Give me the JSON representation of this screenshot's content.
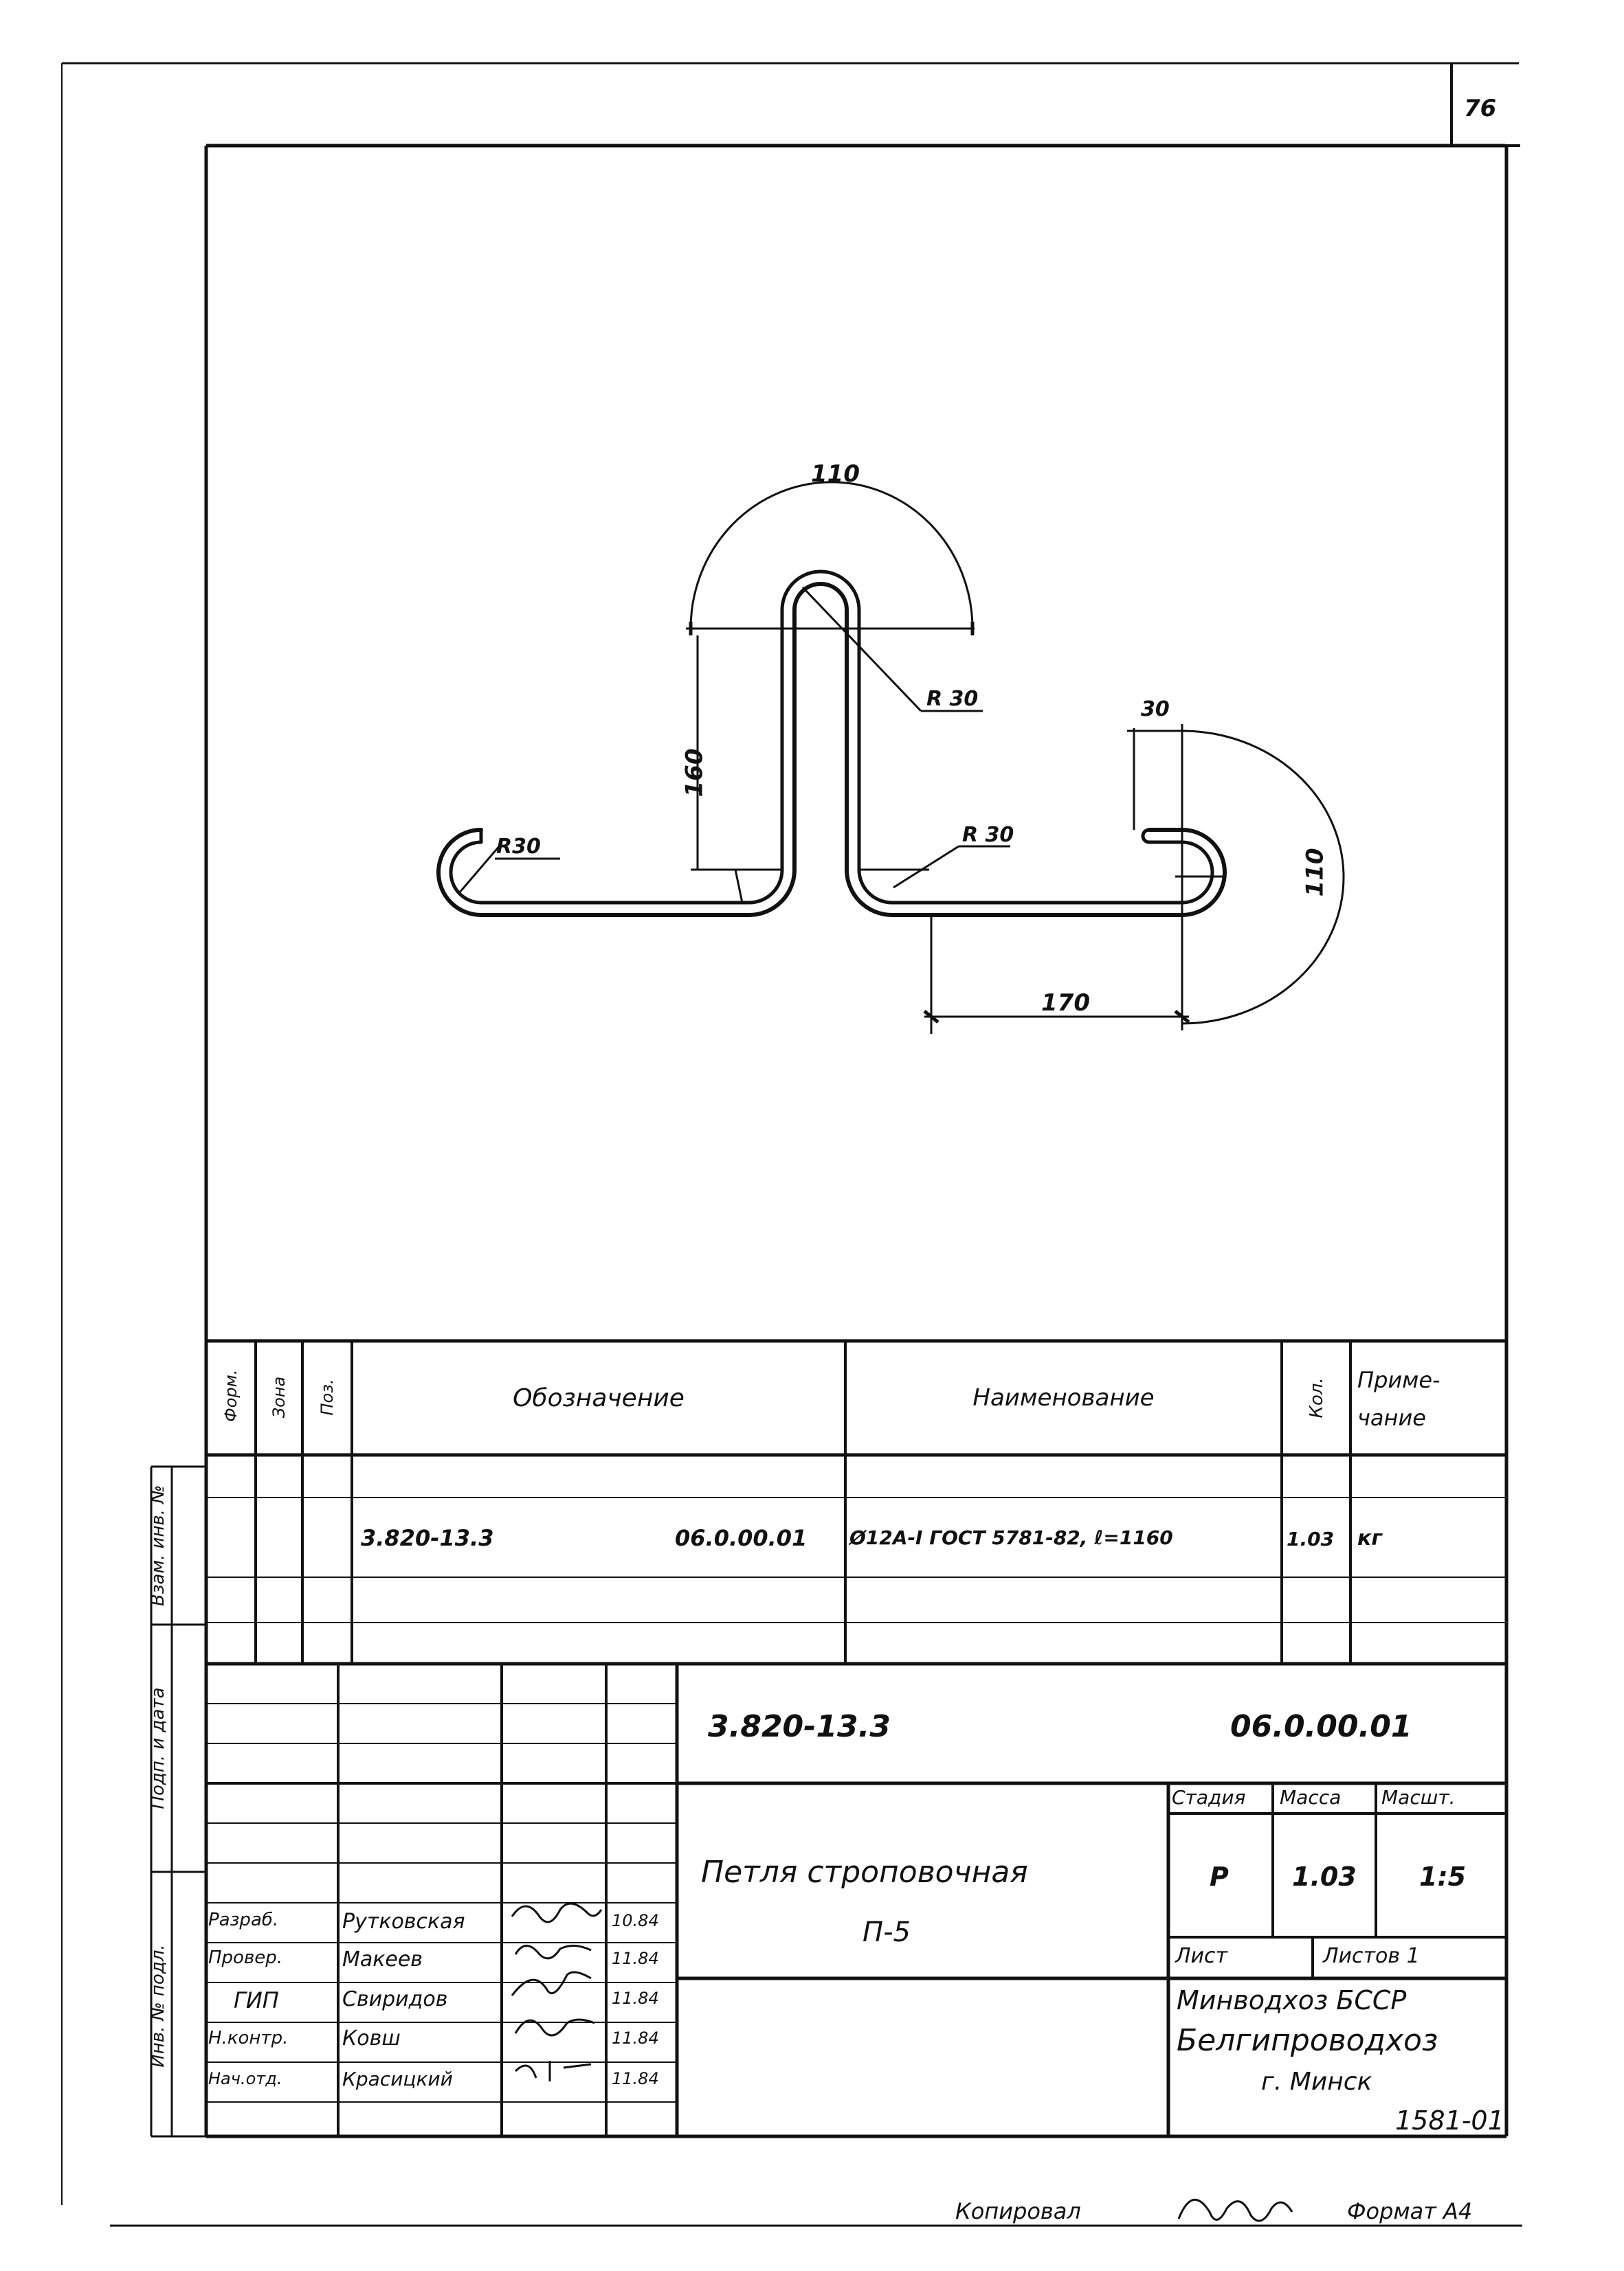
{
  "page_number": "76",
  "drawing": {
    "dim_top_arc": "110",
    "dim_vertical": "160",
    "dim_radius_top": "R 30",
    "dim_radius_left": "R30",
    "dim_radius_right": "R 30",
    "dim_hook": "30",
    "dim_right_arc": "110",
    "dim_bottom": "170"
  },
  "spec_table": {
    "headers": {
      "format": "Форм.",
      "zone": "Зона",
      "pos": "Поз.",
      "designation": "Обозначение",
      "name": "Наименование",
      "qty": "Кол.",
      "note_line1": "Приме-",
      "note_line2": "чание"
    },
    "row": {
      "designation_left": "3.820-13.3",
      "designation_right": "06.0.00.01",
      "name": "Ø12А-I ГОСТ 5781-82, ℓ=1160",
      "qty": "1.03",
      "note": "кг"
    }
  },
  "side_labels": {
    "vzam": "Взам. инв. №",
    "podp": "Подп. и дата",
    "inv": "Инв. № подл."
  },
  "title_block": {
    "code_left": "3.820-13.3",
    "code_right": "06.0.00.01",
    "title_line1": "Петля строповочная",
    "title_line2": "П-5",
    "stage_label": "Стадия",
    "mass_label": "Масса",
    "scale_label": "Масшт.",
    "stage": "Р",
    "mass": "1.03",
    "scale": "1:5",
    "sheet_label": "Лист",
    "sheets_label": "Листов 1",
    "org_line1": "Минводхоз БССР",
    "org_line2": "Белгипроводхоз",
    "org_line3": "г. Минск",
    "doc_number": "1581-01",
    "signers": [
      {
        "role": "Разраб.",
        "name": "Рутковская",
        "date": "10.84"
      },
      {
        "role": "Провер.",
        "name": "Макеев",
        "date": "11.84"
      },
      {
        "role": "ГИП",
        "name": "Свиридов",
        "date": "11.84"
      },
      {
        "role": "Н.контр.",
        "name": "Ковш",
        "date": "11.84"
      },
      {
        "role": "Нач.отд.",
        "name": "Красицкий",
        "date": "11.84"
      }
    ]
  },
  "footer": {
    "copied": "Копировал",
    "format": "Формат А4"
  }
}
